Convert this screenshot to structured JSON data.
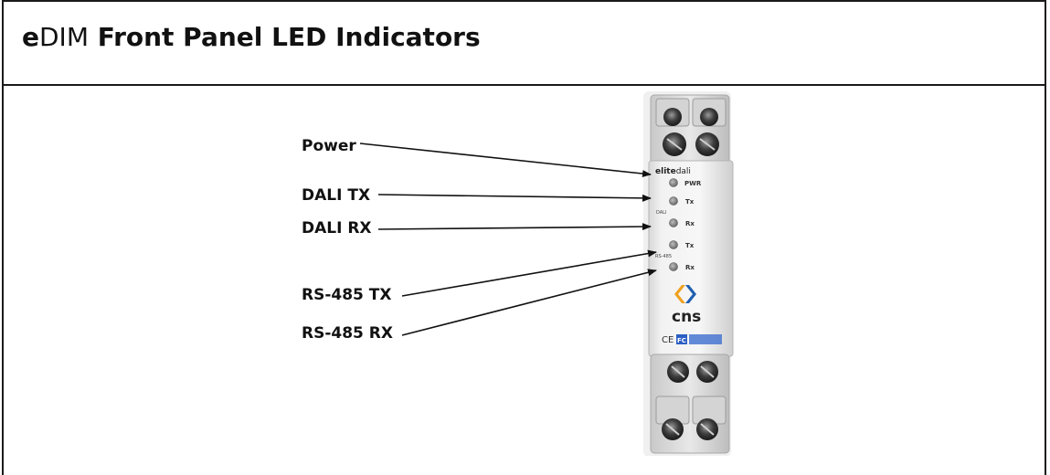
{
  "title": {
    "prefix": "e",
    "middle": "DIM",
    "rest": " Front Panel LED Indicators"
  },
  "labels": {
    "power": "Power",
    "dali_tx": "DALI TX",
    "dali_rx": "DALI RX",
    "rs485_tx": "RS-485 TX",
    "rs485_rx": "RS-485 RX"
  },
  "device": {
    "brand_prefix": "elite",
    "brand_suffix": "dali",
    "led_pwr": "PWR",
    "led_tx": "Tx",
    "led_rx": "Rx",
    "group_dali": "DALI",
    "group_rs485": "RS-485",
    "rs485_tx": "Tx",
    "rs485_rx": "Rx",
    "logo_text": "cns",
    "ce_mark": "CE",
    "fc_mark": "FC"
  },
  "colors": {
    "logo_orange": "#f0a020",
    "logo_blue": "#1f5fb0",
    "fc_badge": "#2b5fc4"
  }
}
